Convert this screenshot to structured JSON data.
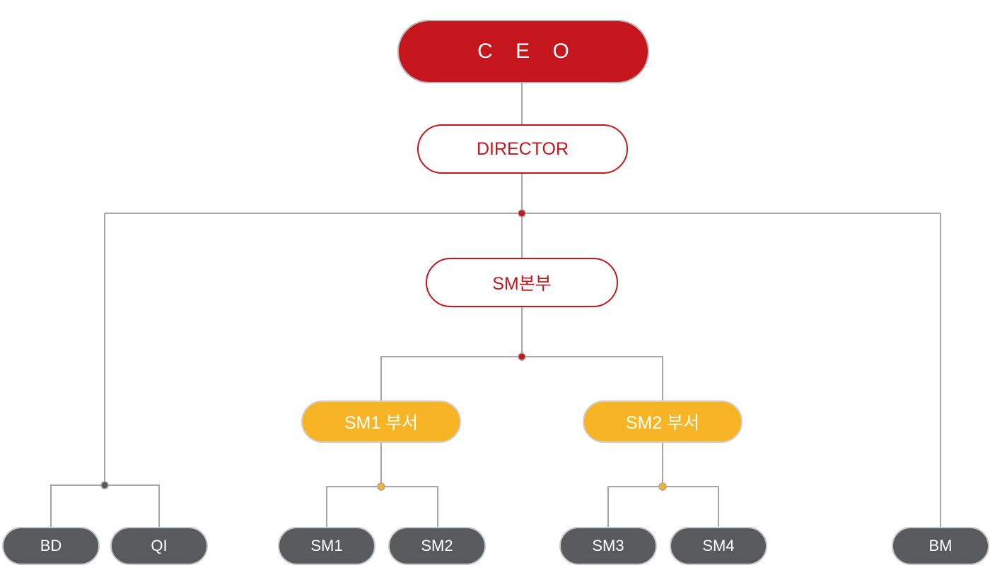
{
  "org_chart": {
    "ceo": "C E O",
    "director": "DIRECTOR",
    "headquarters": "SM본부",
    "departments": [
      {
        "label": "SM1 부서",
        "teams": [
          "SM1",
          "SM2"
        ]
      },
      {
        "label": "SM2 부서",
        "teams": [
          "SM3",
          "SM4"
        ]
      }
    ],
    "side_left": [
      "BD",
      "QI"
    ],
    "side_right": [
      "BM"
    ]
  },
  "colors": {
    "ceo_fill": "#c4161c",
    "outline_red": "#c4161c",
    "department_fill": "#f7b425",
    "team_fill": "#595a5c",
    "connector_line": "#a6a6a6",
    "junction_red": "#c4161c",
    "junction_gray": "#595a5c",
    "junction_yellow": "#f7b425"
  }
}
